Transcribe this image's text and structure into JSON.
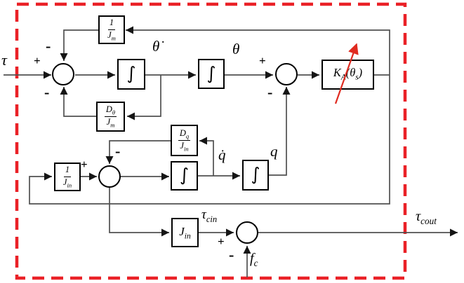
{
  "colors": {
    "boundary_red": "#ea2127",
    "gain_arrow_red": "#e02b20",
    "line_gray": "#515151",
    "block_border": "#000000",
    "background": "#ffffff"
  },
  "signs": {
    "plus": "+",
    "minus": "-"
  },
  "labels": {
    "tau": "τ",
    "theta_dot": "θ̇",
    "theta": "θ",
    "q_dot": "q̇",
    "q": "q",
    "tau_cin_base": "τ",
    "tau_cin_sub": "cin",
    "tau_cout_base": "τ",
    "tau_cout_sub": "cout",
    "fc_base": "f",
    "fc_sub": "c"
  },
  "blocks": {
    "integrator": "∫",
    "one_over_jm": {
      "num": "1",
      "num_sub": "",
      "den": "J",
      "den_sub": "m"
    },
    "dtheta_over_jm": {
      "num": "D",
      "num_sub": "θ",
      "den": "J",
      "den_sub": "m"
    },
    "dq_over_jin": {
      "num": "D",
      "num_sub": "q",
      "den": "J",
      "den_sub": "in"
    },
    "one_over_jin": {
      "num": "1",
      "num_sub": "",
      "den": "J",
      "den_sub": "in"
    },
    "jin": {
      "base": "J",
      "sub": "in"
    },
    "ka": {
      "base": "K",
      "sub": "A",
      "open": "(",
      "arg": "θ",
      "arg_sub": "s",
      "close": ")"
    }
  }
}
